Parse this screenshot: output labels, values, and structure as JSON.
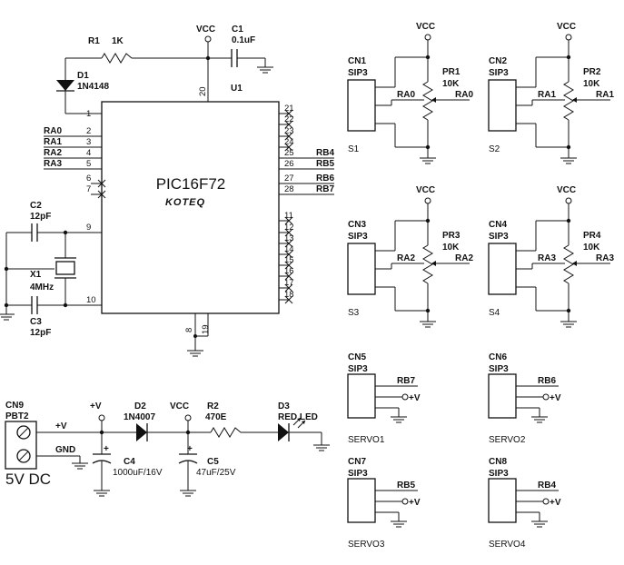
{
  "chip": {
    "ref": "U1",
    "name": "PIC16F72",
    "brand": "KOTEQ",
    "left_pins": [
      {
        "num": "1",
        "net": ""
      },
      {
        "num": "2",
        "net": "RA0"
      },
      {
        "num": "3",
        "net": "RA1"
      },
      {
        "num": "4",
        "net": "RA2"
      },
      {
        "num": "5",
        "net": "RA3"
      },
      {
        "num": "6",
        "net": ""
      },
      {
        "num": "7",
        "net": ""
      },
      {
        "num": "9",
        "net": ""
      },
      {
        "num": "10",
        "net": ""
      }
    ],
    "right_pins": [
      {
        "num": "21",
        "net": ""
      },
      {
        "num": "22",
        "net": ""
      },
      {
        "num": "23",
        "net": ""
      },
      {
        "num": "24",
        "net": ""
      },
      {
        "num": "25",
        "net": "RB4"
      },
      {
        "num": "26",
        "net": "RB5"
      },
      {
        "num": "27",
        "net": "RB6"
      },
      {
        "num": "28",
        "net": "RB7"
      },
      {
        "num": "11",
        "net": ""
      },
      {
        "num": "12",
        "net": ""
      },
      {
        "num": "13",
        "net": ""
      },
      {
        "num": "14",
        "net": ""
      },
      {
        "num": "15",
        "net": ""
      },
      {
        "num": "16",
        "net": ""
      },
      {
        "num": "17",
        "net": ""
      },
      {
        "num": "18",
        "net": ""
      }
    ],
    "top_pin": "20",
    "bottom_pins": [
      "8",
      "19"
    ]
  },
  "vcc_label": "VCC",
  "plus_v_label": "+V",
  "gnd_label": "GND",
  "r1": {
    "ref": "R1",
    "value": "1K"
  },
  "c1": {
    "ref": "C1",
    "value": "0.1uF"
  },
  "d1": {
    "ref": "D1",
    "value": "1N4148"
  },
  "c2": {
    "ref": "C2",
    "value": "12pF"
  },
  "c3": {
    "ref": "C3",
    "value": "12pF"
  },
  "x1": {
    "ref": "X1",
    "value": "4MHz"
  },
  "sensors": [
    {
      "cn": "CN1",
      "type": "SIP3",
      "pr": "PR1",
      "value": "10K",
      "net": "RA0",
      "name": "S1"
    },
    {
      "cn": "CN2",
      "type": "SIP3",
      "pr": "PR2",
      "value": "10K",
      "net": "RA1",
      "name": "S2"
    },
    {
      "cn": "CN3",
      "type": "SIP3",
      "pr": "PR3",
      "value": "10K",
      "net": "RA2",
      "name": "S3"
    },
    {
      "cn": "CN4",
      "type": "SIP3",
      "pr": "PR4",
      "value": "10K",
      "net": "RA3",
      "name": "S4"
    }
  ],
  "servos": [
    {
      "cn": "CN5",
      "type": "SIP3",
      "net": "RB7",
      "name": "SERVO1"
    },
    {
      "cn": "CN6",
      "type": "SIP3",
      "net": "RB6",
      "name": "SERVO2"
    },
    {
      "cn": "CN7",
      "type": "SIP3",
      "net": "RB5",
      "name": "SERVO3"
    },
    {
      "cn": "CN8",
      "type": "SIP3",
      "net": "RB4",
      "name": "SERVO4"
    }
  ],
  "power": {
    "cn9": {
      "ref": "CN9",
      "type": "PBT2",
      "label": "5V DC"
    },
    "d2": {
      "ref": "D2",
      "value": "1N4007"
    },
    "c4": {
      "ref": "C4",
      "value": "1000uF/16V"
    },
    "c5": {
      "ref": "C5",
      "value": "47uF/25V"
    },
    "r2": {
      "ref": "R2",
      "value": "470E"
    },
    "d3": {
      "ref": "D3",
      "value": "RED LED"
    },
    "plus_sign": "+"
  }
}
